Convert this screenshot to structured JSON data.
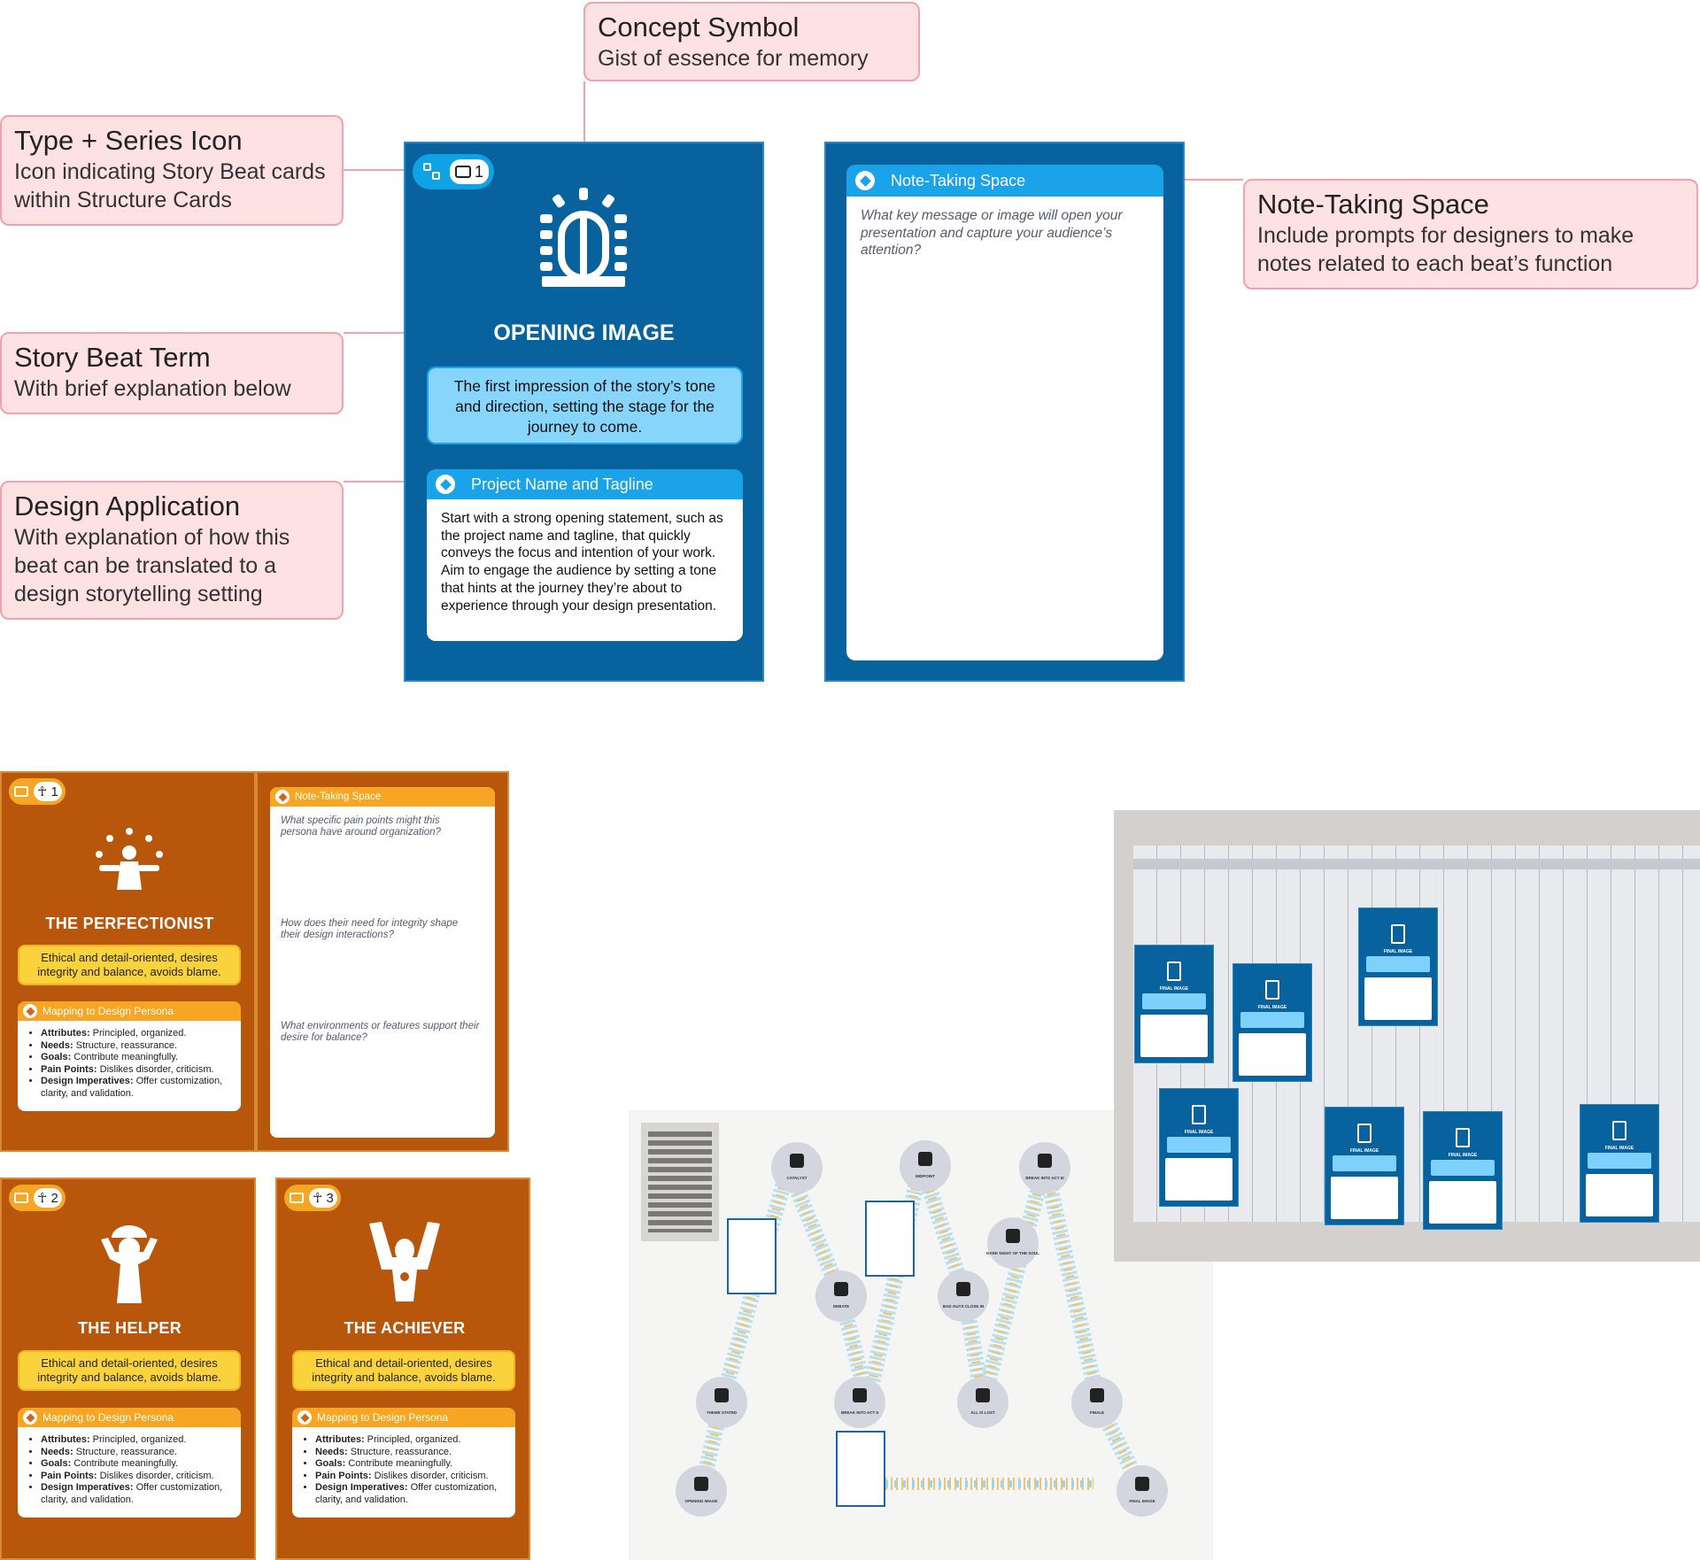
{
  "callouts": {
    "concept": {
      "title": "Concept Symbol",
      "desc": "Gist of essence for memory"
    },
    "type_series": {
      "title": "Type + Series Icon",
      "desc": "Icon indicating Story Beat cards within Structure Cards"
    },
    "story_beat": {
      "title": "Story Beat Term",
      "desc": "With brief explanation below"
    },
    "design_app": {
      "title": "Design Application",
      "desc": "With explanation of how this beat can be translated to a design storytelling setting"
    },
    "note_taking": {
      "title": "Note-Taking Space",
      "desc": "Include prompts for designers to make notes related to each beat’s function"
    }
  },
  "beat_card": {
    "badge_number": "1",
    "title": "OPENING IMAGE",
    "description": "The first impression of the story’s tone and direction, setting the stage for the journey to come.",
    "section_header": "Project Name and Tagline",
    "section_body": "Start with a strong opening statement, such as the project name and tagline, that quickly conveys the focus and intention of your work. Aim to engage the audience by setting a tone that hints at the journey they’re about to experience through your design presentation."
  },
  "note_card": {
    "header": "Note-Taking Space",
    "prompt": "What key message or image will open your presentation and capture your audience’s attention?"
  },
  "persona_cards": [
    {
      "badge": "1",
      "title": "THE PERFECTIONIST",
      "desc": "Ethical and detail-oriented, desires integrity and balance, avoids blame."
    },
    {
      "badge": "2",
      "title": "THE HELPER",
      "desc": "Ethical and detail-oriented, desires integrity and balance, avoids blame."
    },
    {
      "badge": "3",
      "title": "THE ACHIEVER",
      "desc": "Ethical and detail-oriented, desires integrity and balance, avoids blame."
    }
  ],
  "persona_mapping": {
    "header": "Mapping to Design Persona",
    "items": [
      {
        "label": "Attributes:",
        "value": "Principled, organized."
      },
      {
        "label": "Needs:",
        "value": "Structure, reassurance."
      },
      {
        "label": "Goals:",
        "value": "Contribute meaningfully."
      },
      {
        "label": "Pain Points:",
        "value": "Dislikes disorder, criticism."
      },
      {
        "label": "Design Imperatives:",
        "value": "Offer customization, clarity, and validation."
      }
    ]
  },
  "persona_notes": {
    "header": "Note-Taking Space",
    "prompts": [
      "What specific pain points might this persona have around organization?",
      "How does their need for integrity shape their design interactions?",
      "What environments or features support their desire for balance?"
    ]
  },
  "journey_nodes": [
    "OPENING IMAGE",
    "THEME STATED",
    "CATALYST",
    "DEBATE",
    "BREAK INTO ACT II",
    "MIDPOINT",
    "BAD GUYS CLOSE IN",
    "ALL IS LOST",
    "BREAK INTO ACT III",
    "DARK NIGHT OF THE SOUL",
    "FINALE",
    "FINAL IMAGE"
  ],
  "wall_card_title": "FINAL IMAGE",
  "colors": {
    "beat_blue": "#07629e",
    "accent_blue": "#1aa3e8",
    "light_blue": "#87d5fb",
    "persona_orange": "#b8560c",
    "persona_gold": "#f6a623",
    "callout_pink": "#fde1e3"
  }
}
